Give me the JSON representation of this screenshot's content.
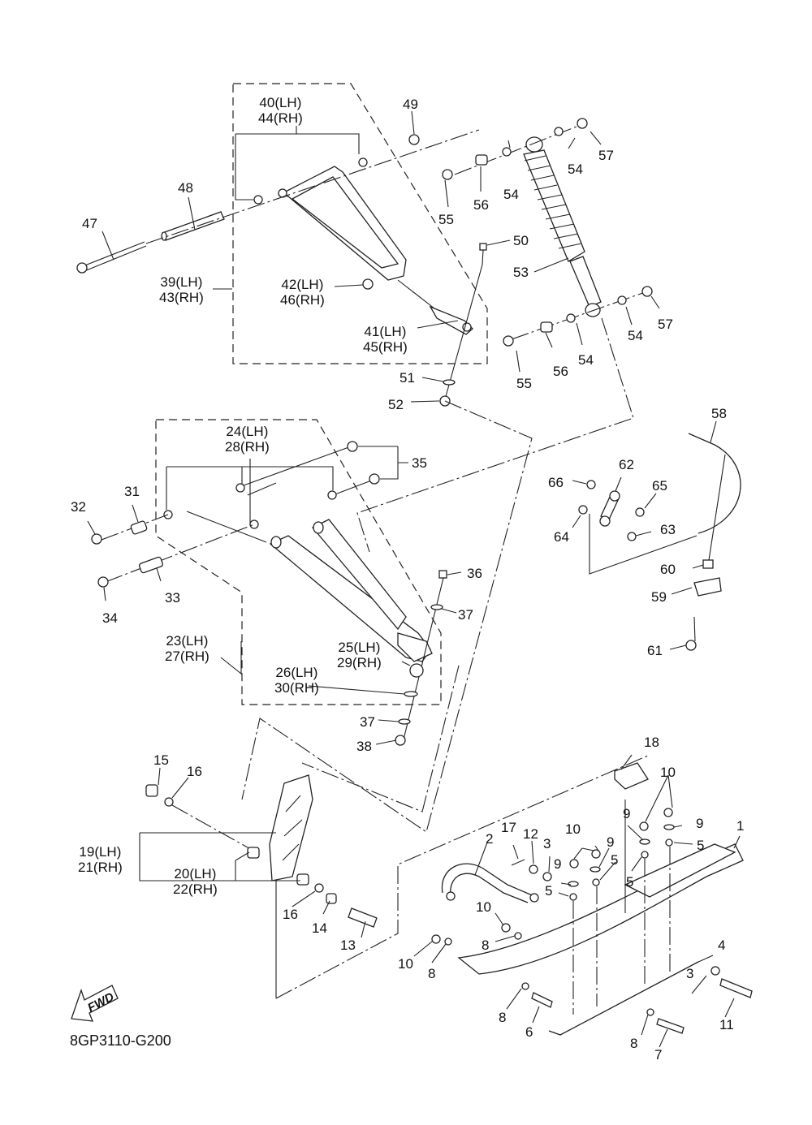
{
  "diagram": {
    "title": "Front suspension & ski exploded parts diagram",
    "figure_code": "8GP3110-G200",
    "direction_marker": "FWD",
    "groups": [
      {
        "name": "upper-arm-assembly",
        "labels": [
          "39(LH)",
          "43(RH)"
        ]
      },
      {
        "name": "lower-arm-assembly",
        "labels": [
          "23(LH)",
          "27(RH)"
        ]
      }
    ],
    "callouts": [
      {
        "id": "c40",
        "lines": [
          "40(LH)",
          "44(RH)"
        ]
      },
      {
        "id": "c49",
        "lines": [
          "49"
        ]
      },
      {
        "id": "c48",
        "lines": [
          "48"
        ]
      },
      {
        "id": "c47",
        "lines": [
          "47"
        ]
      },
      {
        "id": "c39",
        "lines": [
          "39(LH)",
          "43(RH)"
        ]
      },
      {
        "id": "c42",
        "lines": [
          "42(LH)",
          "46(RH)"
        ]
      },
      {
        "id": "c41",
        "lines": [
          "41(LH)",
          "45(RH)"
        ]
      },
      {
        "id": "c50",
        "lines": [
          "50"
        ]
      },
      {
        "id": "c51",
        "lines": [
          "51"
        ]
      },
      {
        "id": "c52",
        "lines": [
          "52"
        ]
      },
      {
        "id": "c53",
        "lines": [
          "53"
        ]
      },
      {
        "id": "c54a",
        "lines": [
          "54"
        ]
      },
      {
        "id": "c54b",
        "lines": [
          "54"
        ]
      },
      {
        "id": "c54c",
        "lines": [
          "54"
        ]
      },
      {
        "id": "c54d",
        "lines": [
          "54"
        ]
      },
      {
        "id": "c55a",
        "lines": [
          "55"
        ]
      },
      {
        "id": "c55b",
        "lines": [
          "55"
        ]
      },
      {
        "id": "c56a",
        "lines": [
          "56"
        ]
      },
      {
        "id": "c56b",
        "lines": [
          "56"
        ]
      },
      {
        "id": "c57a",
        "lines": [
          "57"
        ]
      },
      {
        "id": "c57b",
        "lines": [
          "57"
        ]
      },
      {
        "id": "c24",
        "lines": [
          "24(LH)",
          "28(RH)"
        ]
      },
      {
        "id": "c35",
        "lines": [
          "35"
        ]
      },
      {
        "id": "c31",
        "lines": [
          "31"
        ]
      },
      {
        "id": "c32",
        "lines": [
          "32"
        ]
      },
      {
        "id": "c33",
        "lines": [
          "33"
        ]
      },
      {
        "id": "c34",
        "lines": [
          "34"
        ]
      },
      {
        "id": "c36",
        "lines": [
          "36"
        ]
      },
      {
        "id": "c37a",
        "lines": [
          "37"
        ]
      },
      {
        "id": "c37b",
        "lines": [
          "37"
        ]
      },
      {
        "id": "c38",
        "lines": [
          "38"
        ]
      },
      {
        "id": "c23",
        "lines": [
          "23(LH)",
          "27(RH)"
        ]
      },
      {
        "id": "c25",
        "lines": [
          "25(LH)",
          "29(RH)"
        ]
      },
      {
        "id": "c26",
        "lines": [
          "26(LH)",
          "30(RH)"
        ]
      },
      {
        "id": "c58",
        "lines": [
          "58"
        ]
      },
      {
        "id": "c59",
        "lines": [
          "59"
        ]
      },
      {
        "id": "c60",
        "lines": [
          "60"
        ]
      },
      {
        "id": "c61",
        "lines": [
          "61"
        ]
      },
      {
        "id": "c62",
        "lines": [
          "62"
        ]
      },
      {
        "id": "c63",
        "lines": [
          "63"
        ]
      },
      {
        "id": "c64",
        "lines": [
          "64"
        ]
      },
      {
        "id": "c65",
        "lines": [
          "65"
        ]
      },
      {
        "id": "c66",
        "lines": [
          "66"
        ]
      },
      {
        "id": "c15",
        "lines": [
          "15"
        ]
      },
      {
        "id": "c16a",
        "lines": [
          "16"
        ]
      },
      {
        "id": "c16b",
        "lines": [
          "16"
        ]
      },
      {
        "id": "c19",
        "lines": [
          "19(LH)",
          "21(RH)"
        ]
      },
      {
        "id": "c20",
        "lines": [
          "20(LH)",
          "22(RH)"
        ]
      },
      {
        "id": "c14",
        "lines": [
          "14"
        ]
      },
      {
        "id": "c13",
        "lines": [
          "13"
        ]
      },
      {
        "id": "c18",
        "lines": [
          "18"
        ]
      },
      {
        "id": "c17",
        "lines": [
          "17"
        ]
      },
      {
        "id": "c12",
        "lines": [
          "12"
        ]
      },
      {
        "id": "c2",
        "lines": [
          "2"
        ]
      },
      {
        "id": "c3a",
        "lines": [
          "3"
        ]
      },
      {
        "id": "c3b",
        "lines": [
          "3"
        ]
      },
      {
        "id": "c10a",
        "lines": [
          "10"
        ]
      },
      {
        "id": "c10b",
        "lines": [
          "10"
        ]
      },
      {
        "id": "c10c",
        "lines": [
          "10"
        ]
      },
      {
        "id": "c10d",
        "lines": [
          "10"
        ]
      },
      {
        "id": "c9a",
        "lines": [
          "9"
        ]
      },
      {
        "id": "c9b",
        "lines": [
          "9"
        ]
      },
      {
        "id": "c9c",
        "lines": [
          "9"
        ]
      },
      {
        "id": "c9d",
        "lines": [
          "9"
        ]
      },
      {
        "id": "c5a",
        "lines": [
          "5"
        ]
      },
      {
        "id": "c5b",
        "lines": [
          "5"
        ]
      },
      {
        "id": "c5c",
        "lines": [
          "5"
        ]
      },
      {
        "id": "c5d",
        "lines": [
          "5"
        ]
      },
      {
        "id": "c1",
        "lines": [
          "1"
        ]
      },
      {
        "id": "c4",
        "lines": [
          "4"
        ]
      },
      {
        "id": "c8a",
        "lines": [
          "8"
        ]
      },
      {
        "id": "c8b",
        "lines": [
          "8"
        ]
      },
      {
        "id": "c8c",
        "lines": [
          "8"
        ]
      },
      {
        "id": "c8d",
        "lines": [
          "8"
        ]
      },
      {
        "id": "c6",
        "lines": [
          "6"
        ]
      },
      {
        "id": "c7",
        "lines": [
          "7"
        ]
      },
      {
        "id": "c11",
        "lines": [
          "11"
        ]
      }
    ]
  }
}
